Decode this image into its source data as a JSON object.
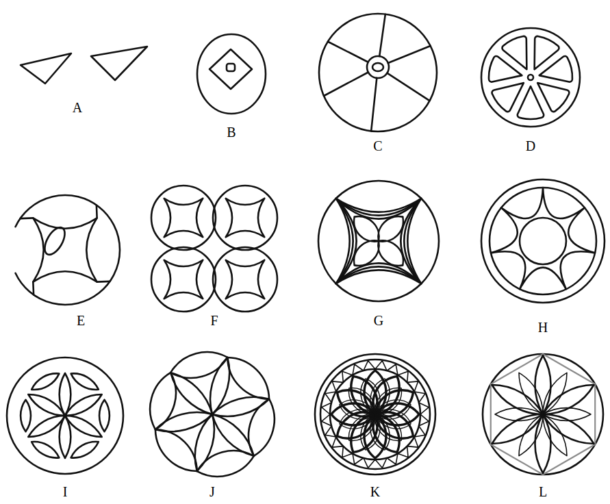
{
  "diagram": {
    "labels": [
      "A",
      "B",
      "C",
      "D",
      "E",
      "F",
      "G",
      "H",
      "I",
      "J",
      "K",
      "L"
    ]
  }
}
